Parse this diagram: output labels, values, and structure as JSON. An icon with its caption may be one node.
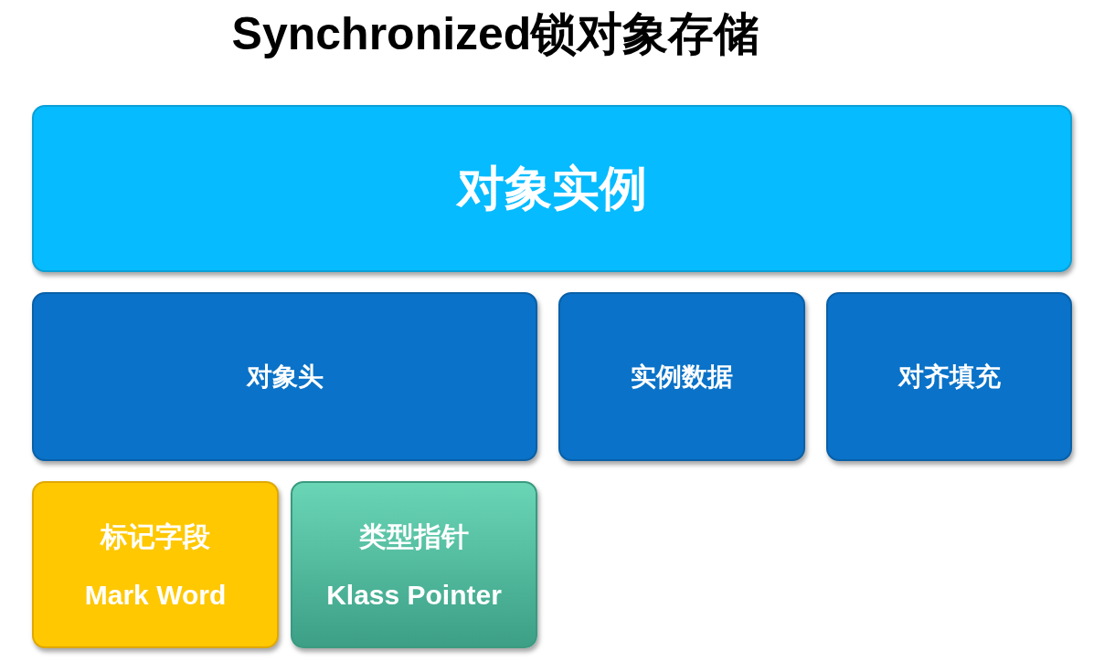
{
  "diagram": {
    "title": "Synchronized锁对象存储",
    "nodes": [
      {
        "text": [
          "对象实例"
        ]
      },
      {
        "text": [
          "对象头"
        ]
      },
      {
        "text": [
          "实例数据"
        ]
      },
      {
        "text": [
          "对齐填充"
        ]
      },
      {
        "text": [
          "标记字段",
          "Mark Word"
        ]
      },
      {
        "text": [
          "类型指针",
          "Klass Pointer"
        ]
      }
    ]
  }
}
